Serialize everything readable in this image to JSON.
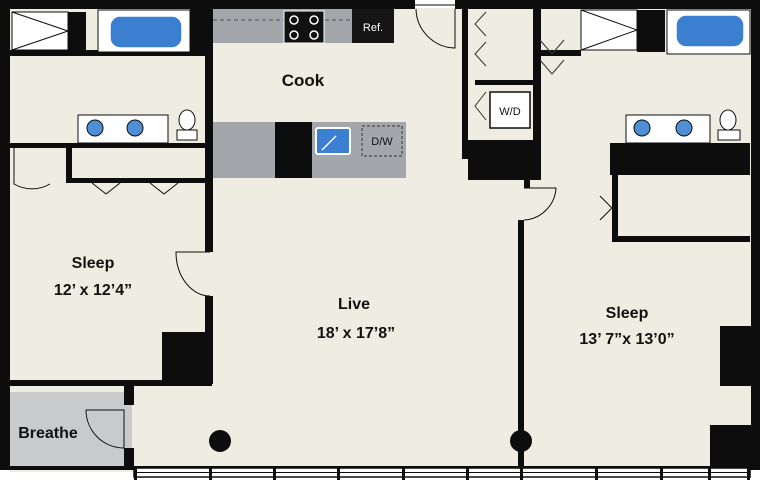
{
  "rooms": {
    "cook": {
      "name": "Cook"
    },
    "live": {
      "name": "Live",
      "dimensions": "18’ x 17’8”"
    },
    "sleep_left": {
      "name": "Sleep",
      "dimensions": "12’ x 12’4”"
    },
    "sleep_right": {
      "name": "Sleep",
      "dimensions": "13’ 7”x 13’0”"
    },
    "breathe": {
      "name": "Breathe"
    }
  },
  "appliances": {
    "refrigerator": "Ref.",
    "dishwasher": "D/W",
    "washer_dryer": "W/D"
  },
  "colors": {
    "floor": "#efede2",
    "wall": "#0d0d0d",
    "counter": "#a3a7ab",
    "balcony": "#c9cacb",
    "fixture": "#3b7fd0",
    "sink_basin": "#4f8fd6"
  }
}
